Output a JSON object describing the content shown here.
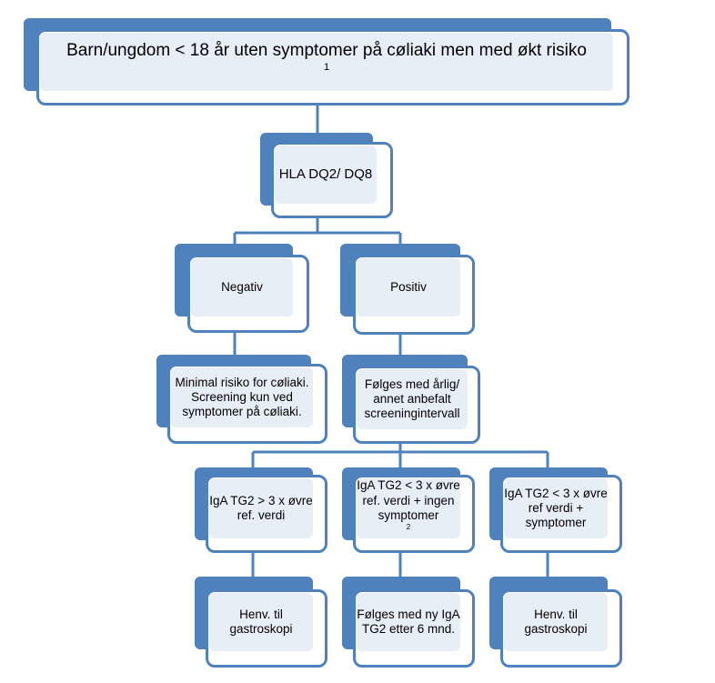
{
  "colors": {
    "accent": "#4f81bd",
    "box_fill": "#e8eef6",
    "box_bg": "#ffffff",
    "connector": "#4f81bd"
  },
  "diagram": {
    "type": "flowchart",
    "root": {
      "text": "Barn/ungdom < 18 år uten symptomer på cøliaki men med økt risiko",
      "footnote": "1"
    },
    "hla": {
      "text": "HLA DQ2/ DQ8"
    },
    "negative": {
      "text": "Negativ"
    },
    "positive": {
      "text": "Positiv"
    },
    "minimal_risk": {
      "text": "Minimal risiko for cøliaki.  Screening kun ved symptomer på cøliaki."
    },
    "follow_up": {
      "text": "Følges med årlig/ annet anbefalt screeningintervall"
    },
    "high_tg2": {
      "text": "IgA TG2 > 3 x øvre ref. verdi"
    },
    "low_tg2_no_symptoms": {
      "text": "IgA TG2 < 3 x øvre ref. verdi + ingen symptomer",
      "footnote": "2"
    },
    "low_tg2_symptoms": {
      "text": "IgA TG2 < 3 x øvre  ref  verdi + symptomer"
    },
    "referral_left": {
      "text": "Henv. til gastroskopi"
    },
    "follow_6mnd": {
      "text": "Følges med ny IgA TG2 etter 6 mnd."
    },
    "referral_right": {
      "text": "Henv. til gastroskopi"
    }
  }
}
